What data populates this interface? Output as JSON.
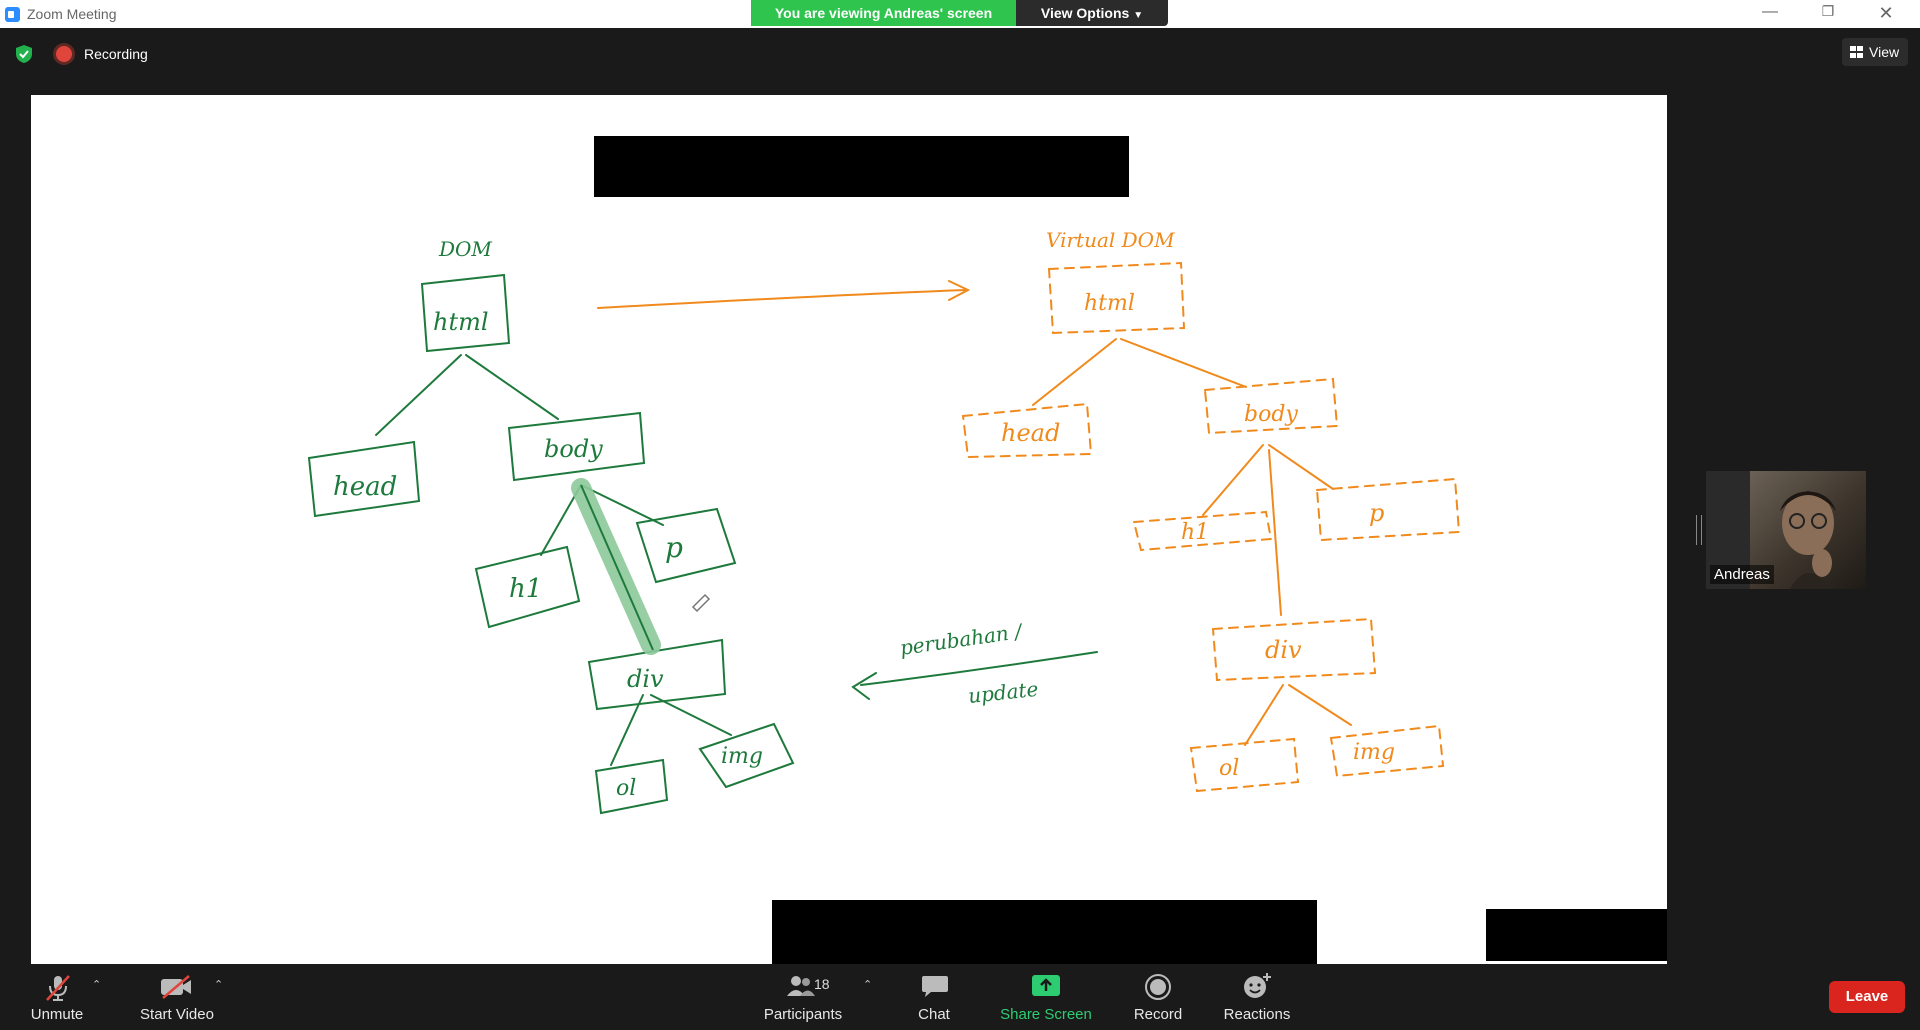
{
  "window": {
    "title": "Zoom Meeting",
    "banner": "You are viewing Andreas' screen",
    "view_options": "View Options"
  },
  "meeting": {
    "recording_label": "Recording",
    "view_label": "View"
  },
  "whiteboard": {
    "dom_title": "DOM",
    "vdom_title": "Virtual DOM",
    "dom_nodes": [
      "html",
      "head",
      "body",
      "h1",
      "p",
      "div",
      "ol",
      "img"
    ],
    "vdom_nodes": [
      "html",
      "head",
      "body",
      "h1",
      "p",
      "div",
      "ol",
      "img"
    ],
    "update_note_line1": "perubahan /",
    "update_note_line2": "update",
    "colors": {
      "dom": "#1e7a3c",
      "vdom": "#f08a1c",
      "highlight": "#8cc99a"
    }
  },
  "participant": {
    "name": "Andreas"
  },
  "toolbar": {
    "unmute": "Unmute",
    "start_video": "Start Video",
    "participants": "Participants",
    "participants_count": "18",
    "chat": "Chat",
    "share_screen": "Share Screen",
    "record": "Record",
    "reactions": "Reactions",
    "leave": "Leave",
    "share_color": "#2ecc71",
    "leave_color": "#d9251d"
  }
}
